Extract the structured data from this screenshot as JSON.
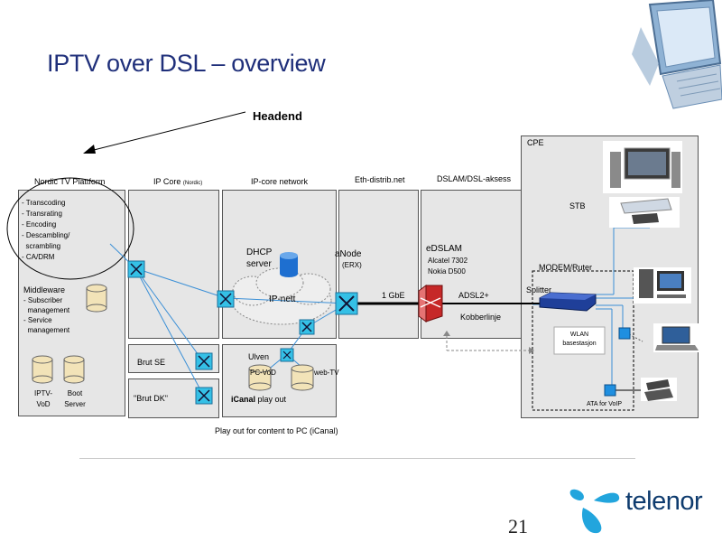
{
  "slide": {
    "title": "IPTV over DSL – overview",
    "headend": "Headend",
    "page_number": "21",
    "brand": "telenor",
    "footnote": "Play out for content to PC (iCanal)"
  },
  "sections": {
    "nordic": "Nordic TV Plattform",
    "ipcore_main": "IP Core",
    "ipcore_sub": "(Nordic)",
    "ipnet": "IP-core network",
    "ethdist": "Eth-distrib.net",
    "dslam": "DSLAM/DSL-aksess",
    "cpe": "CPE"
  },
  "nordic": {
    "functions": [
      "- Transcoding",
      "- Transrating",
      "- Encoding",
      "- Descambling/",
      "  scrambling",
      "- CA/DRM"
    ],
    "middleware": "Middleware",
    "middleware_items": [
      "- Subscriber",
      "  management",
      "- Service",
      "  management"
    ],
    "iptv_vod": [
      "IPTV-",
      "VoD"
    ],
    "boot_server": [
      "Boot",
      "Server"
    ]
  },
  "brut": {
    "se": "Brut SE",
    "dk": "\"Brut DK\""
  },
  "network": {
    "dhcp": [
      "DHCP",
      "server"
    ],
    "ipnett": "IP-nett",
    "anode": "aNode",
    "erx": "(ERX)",
    "gbe": "1 GbE"
  },
  "ulven": {
    "name": "Ulven",
    "pcvod": "PC-VoD",
    "webtv": "web-TV",
    "icanal_bold": "iCanal",
    "icanal_rest": " play out"
  },
  "edslam": {
    "name": "eDSLAM",
    "alcatel": "Alcatel 7302",
    "nokia": "Nokia D500",
    "adsl": "ADSL2+",
    "kobber": "Kobberlinje"
  },
  "cpe": {
    "stb": "STB",
    "modem": "MODEM/Ruter",
    "splitter": "Splitter",
    "wlan": [
      "WLAN",
      "basestasjon"
    ],
    "ata": "ATA for VoIP"
  },
  "colors": {
    "title": "#1f2f7a",
    "link": "#3a8fd6",
    "switch": "#35c0e6",
    "panel": "#e6e6e6",
    "brand": "#0e3b6e",
    "brand_accent": "#22a5dd"
  }
}
